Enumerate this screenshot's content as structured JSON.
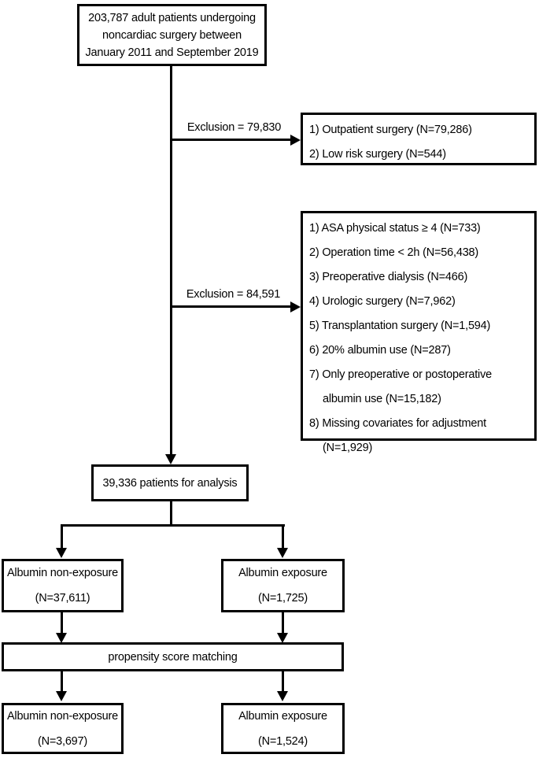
{
  "figure": {
    "type": "patient-flow-diagram",
    "background_color": "#ffffff",
    "line_color": "#000000",
    "text_color": "#000000"
  },
  "boxes": {
    "initial": {
      "lines": [
        "203,787 adult patients undergoing",
        "noncardiac surgery between",
        "January 2011 and September 2019"
      ]
    },
    "exclusion_1": {
      "items": [
        "1) Outpatient surgery (N=79,286)",
        "2) Low risk surgery (N=544)"
      ]
    },
    "exclusion_2": {
      "items": [
        "1) ASA physical status ≥ 4 (N=733)",
        "2) Operation time < 2h (N=56,438)",
        "3) Preoperative dialysis (N=466)",
        "4)  Urologic surgery (N=7,962)",
        "5)  Transplantation surgery (N=1,594)",
        "6) 20% albumin use (N=287)",
        "7) Only preoperative or postoperative albumin use (N=15,182)",
        "8) Missing covariates for adjustment (N=1,929)"
      ]
    },
    "analysis": {
      "text": "39,336 patients for analysis"
    },
    "non_exposure": {
      "lines": [
        "Albumin non-exposure",
        "(N=37,611)"
      ]
    },
    "exposure": {
      "lines": [
        "Albumin exposure",
        "(N=1,725)"
      ]
    },
    "psm": {
      "text": "propensity score matching"
    },
    "matched_non_exposure": {
      "lines": [
        "Albumin non-exposure",
        "(N=3,697)"
      ]
    },
    "matched_exposure": {
      "lines": [
        "Albumin exposure",
        "(N=1,524)"
      ]
    }
  },
  "edge_labels": {
    "exclusion_1": "Exclusion = 79,830",
    "exclusion_2": "Exclusion = 84,591"
  }
}
